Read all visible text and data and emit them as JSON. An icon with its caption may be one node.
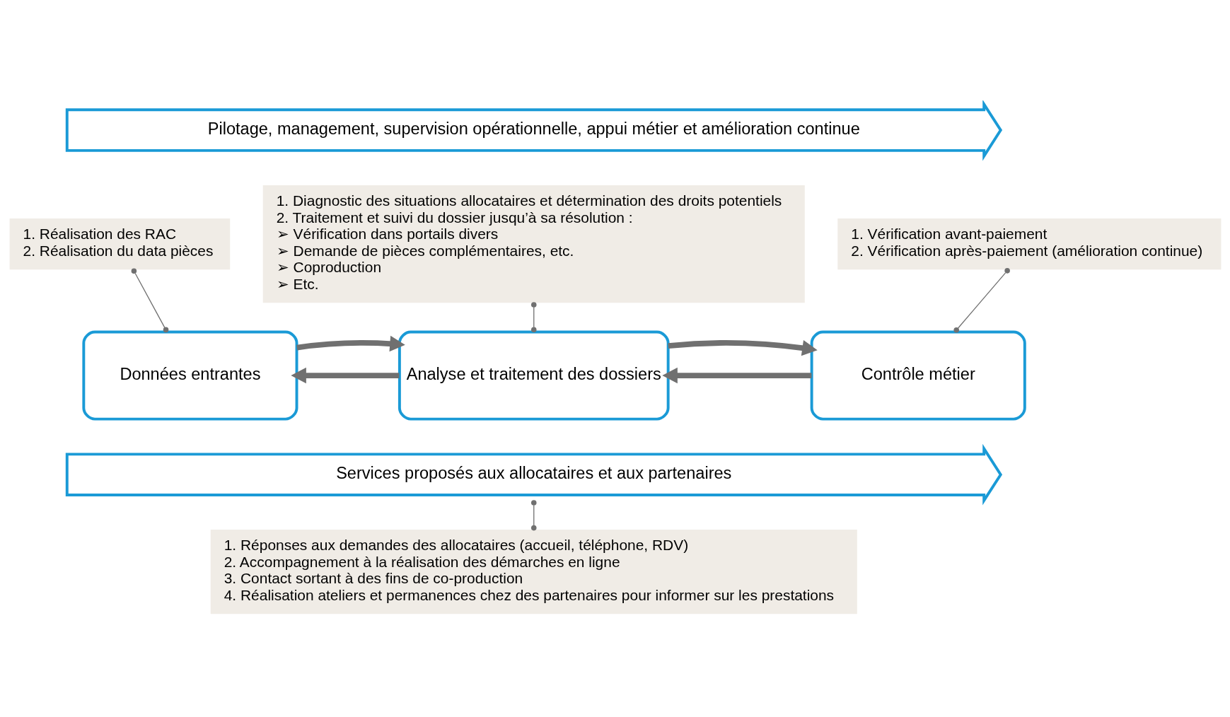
{
  "diagram": {
    "nodes": [
      {
        "text": [
          "Pilotage, management, supervision opérationnelle, appui métier et amélioration continue"
        ]
      },
      {
        "text": [
          "1. Diagnostic des situations allocataires et détermination des droits potentiels",
          "2. Traitement et suivi du dossier jusqu’à sa résolution :",
          "➢ Vérification dans portails divers",
          "➢ Demande de pièces complémentaires, etc.",
          "➢ Coproduction",
          "➢ Etc."
        ]
      },
      {
        "text": [
          "1. Réalisation des RAC",
          "2. Réalisation du data pièces"
        ]
      },
      {
        "text": [
          "1. Vérification avant-paiement",
          "2. Vérification après-paiement (amélioration continue)"
        ]
      },
      {
        "text": [
          "Données entrantes"
        ]
      },
      {
        "text": [
          "Analyse et traitement des dossiers"
        ]
      },
      {
        "text": [
          "Contrôle métier"
        ]
      },
      {
        "text": [
          "Services proposés aux allocataires et aux partenaires"
        ]
      },
      {
        "text": [
          "1. Réponses aux demandes des allocataires (accueil, téléphone, RDV)",
          "2. Accompagnement à la réalisation des démarches en ligne",
          "3. Contact sortant à des fins de co-production",
          "4. Réalisation ateliers et permanences chez des partenaires pour informer sur les prestations"
        ]
      }
    ],
    "edges": [
      {
        "from": 2,
        "to": 4,
        "arrow": "other"
      },
      {
        "from": 1,
        "to": 5,
        "arrow": "other"
      },
      {
        "from": 3,
        "to": 6,
        "arrow": "other"
      },
      {
        "from": 5,
        "to": 4,
        "arrow": "to",
        "style": "thick"
      },
      {
        "from": 4,
        "to": 5,
        "arrow": "to",
        "style": "thick"
      },
      {
        "from": 6,
        "to": 5,
        "arrow": "to",
        "style": "thick"
      },
      {
        "from": 5,
        "to": 6,
        "arrow": "to",
        "style": "thick"
      },
      {
        "from": 7,
        "to": 8,
        "arrow": "other"
      }
    ]
  }
}
